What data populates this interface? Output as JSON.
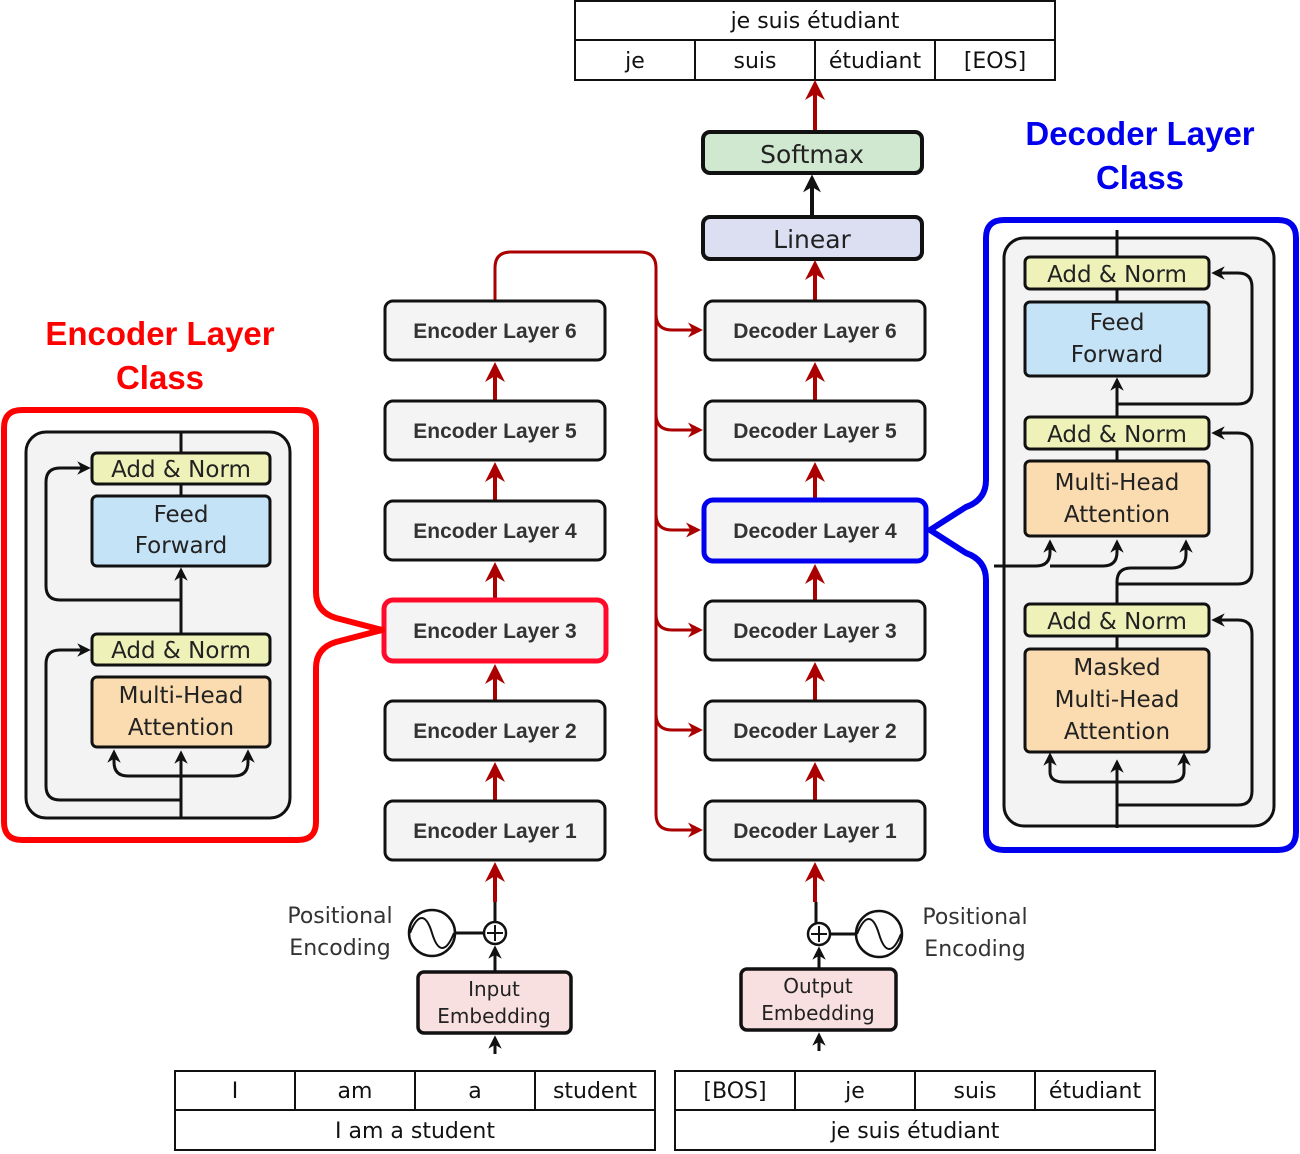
{
  "colors": {
    "encoder_accent": "#ff0000",
    "decoder_accent": "#0000ee",
    "flow_arrow": "#aa0000",
    "layer_fill": "#f4f4f4",
    "softmax_fill": "#cfe8cf",
    "linear_fill": "#dcdff2",
    "add_norm_fill": "#eef2b8",
    "feed_forward_fill": "#c5e3f6",
    "attention_fill": "#fadcb0",
    "embedding_fill": "#f8dfe0"
  },
  "output_tokens": {
    "sentence": "je suis étudiant",
    "tokens": [
      "je",
      "suis",
      "étudiant",
      "[EOS]"
    ]
  },
  "head": {
    "softmax": "Softmax",
    "linear": "Linear"
  },
  "encoder_layers": [
    "Encoder Layer 1",
    "Encoder Layer 2",
    "Encoder Layer 3",
    "Encoder Layer 4",
    "Encoder Layer 5",
    "Encoder Layer 6"
  ],
  "decoder_layers": [
    "Decoder Layer 1",
    "Decoder Layer 2",
    "Decoder Layer 3",
    "Decoder Layer 4",
    "Decoder Layer 5",
    "Decoder Layer 6"
  ],
  "highlighted": {
    "encoder_layer": "Encoder Layer 3",
    "decoder_layer": "Decoder Layer 4"
  },
  "encoder_class": {
    "title_line1": "Encoder Layer",
    "title_line2": "Class",
    "add_norm_top": "Add & Norm",
    "feed_forward": [
      "Feed",
      "Forward"
    ],
    "add_norm_bottom": "Add & Norm",
    "attention": [
      "Multi-Head",
      "Attention"
    ]
  },
  "decoder_class": {
    "title_line1": "Decoder Layer",
    "title_line2": "Class",
    "add_norm_top": "Add & Norm",
    "feed_forward": [
      "Feed",
      "Forward"
    ],
    "add_norm_mid": "Add & Norm",
    "cross_attention": [
      "Multi-Head",
      "Attention"
    ],
    "add_norm_bottom": "Add & Norm",
    "masked_attention": [
      "Masked",
      "Multi-Head",
      "Attention"
    ]
  },
  "encoder_input": {
    "positional_encoding": [
      "Positional",
      "Encoding"
    ],
    "embedding": [
      "Input",
      "Embedding"
    ],
    "tokens": [
      "I",
      "am",
      "a",
      "student"
    ],
    "sentence": "I am a student"
  },
  "decoder_input": {
    "positional_encoding": [
      "Positional",
      "Encoding"
    ],
    "embedding": [
      "Output",
      "Embedding"
    ],
    "tokens": [
      "[BOS]",
      "je",
      "suis",
      "étudiant"
    ],
    "sentence": "je suis étudiant"
  }
}
